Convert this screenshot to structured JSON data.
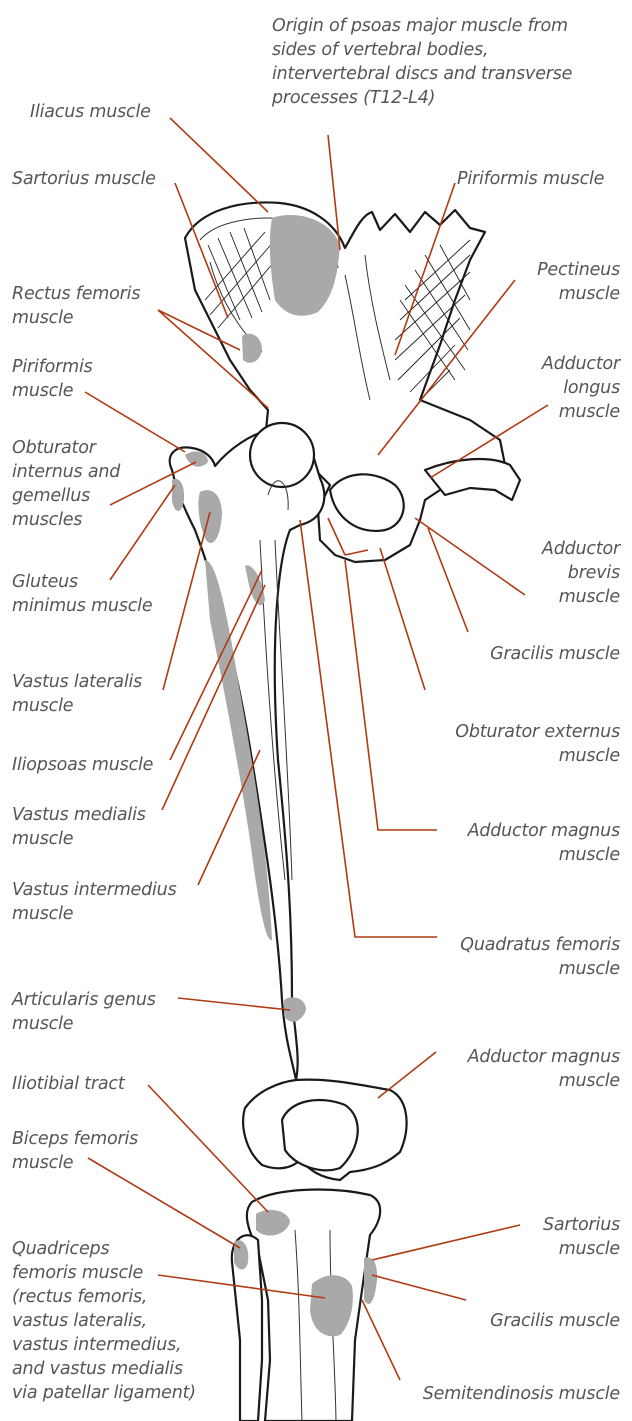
{
  "colors": {
    "leader": "#b03a14",
    "text": "#55565a",
    "attachment": "#a9a9a9"
  },
  "labels": {
    "psoas_origin": [
      "Origin of psoas major muscle from",
      "sides of vertebral bodies,",
      "intervertebral discs and transverse",
      "processes (T12-L4)"
    ],
    "iliacus": [
      "Iliacus muscle"
    ],
    "sartorius_top": [
      "Sartorius muscle"
    ],
    "piriformis_right": [
      "Piriformis muscle"
    ],
    "rectus_femoris": [
      "Rectus femoris",
      "muscle"
    ],
    "pectineus": [
      "Pectineus",
      "muscle"
    ],
    "piriformis_left": [
      "Piriformis",
      "muscle"
    ],
    "adductor_longus": [
      "Adductor",
      "longus",
      "muscle"
    ],
    "obturator_internus": [
      "Obturator",
      "internus and",
      "gemellus",
      "muscles"
    ],
    "adductor_brevis": [
      "Adductor",
      "brevis",
      "muscle"
    ],
    "gluteus_minimus": [
      "Gluteus",
      "minimus muscle"
    ],
    "gracilis_top": [
      "Gracilis muscle"
    ],
    "vastus_lateralis": [
      "Vastus lateralis",
      "muscle"
    ],
    "obturator_externus": [
      "Obturator externus",
      "muscle"
    ],
    "iliopsoas": [
      "Iliopsoas muscle"
    ],
    "vastus_medialis": [
      "Vastus medialis",
      "muscle"
    ],
    "adductor_magnus_top": [
      "Adductor magnus",
      "muscle"
    ],
    "vastus_intermedius": [
      "Vastus intermedius",
      "muscle"
    ],
    "quadratus_femoris": [
      "Quadratus femoris",
      "muscle"
    ],
    "articularis_genus": [
      "Articularis genus",
      "muscle"
    ],
    "adductor_magnus_bottom": [
      "Adductor magnus",
      "muscle"
    ],
    "iliotibial_tract": [
      "Iliotibial tract"
    ],
    "biceps_femoris": [
      "Biceps femoris",
      "muscle"
    ],
    "sartorius_bottom": [
      "Sartorius",
      "muscle"
    ],
    "quadriceps": [
      "Quadriceps",
      "femoris muscle",
      "(rectus femoris,",
      "vastus lateralis,",
      "vastus intermedius,",
      "and vastus medialis",
      "via patellar ligament)"
    ],
    "gracilis_bottom": [
      "Gracilis muscle"
    ],
    "semitendinosis": [
      "Semitendinosis muscle"
    ]
  }
}
